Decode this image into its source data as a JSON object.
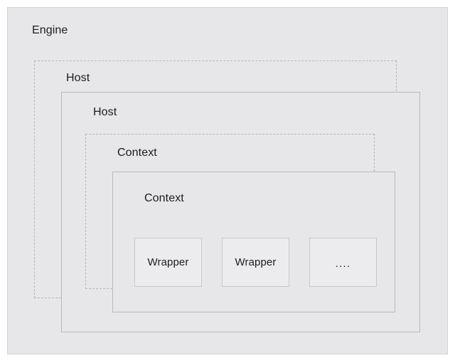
{
  "diagram": {
    "title": "Engine / Host / Context / Wrapper nesting diagram",
    "background_color": "#ffffff",
    "panel_color": "#e7e7ea",
    "solid_border_color": "#b9b9bd",
    "dashed_border_color": "#b6b6ba",
    "text_color": "#1c1c1c"
  },
  "engine": {
    "label": "Engine",
    "border_style": "solid"
  },
  "hosts": [
    {
      "label": "Host",
      "border_style": "dashed"
    },
    {
      "label": "Host",
      "border_style": "solid"
    }
  ],
  "contexts": [
    {
      "label": "Context",
      "border_style": "dashed"
    },
    {
      "label": "Context",
      "border_style": "solid"
    }
  ],
  "wrappers": [
    {
      "label": "Wrapper",
      "kind": "wrapper"
    },
    {
      "label": "Wrapper",
      "kind": "wrapper"
    },
    {
      "label": "....",
      "kind": "ellipsis"
    }
  ]
}
